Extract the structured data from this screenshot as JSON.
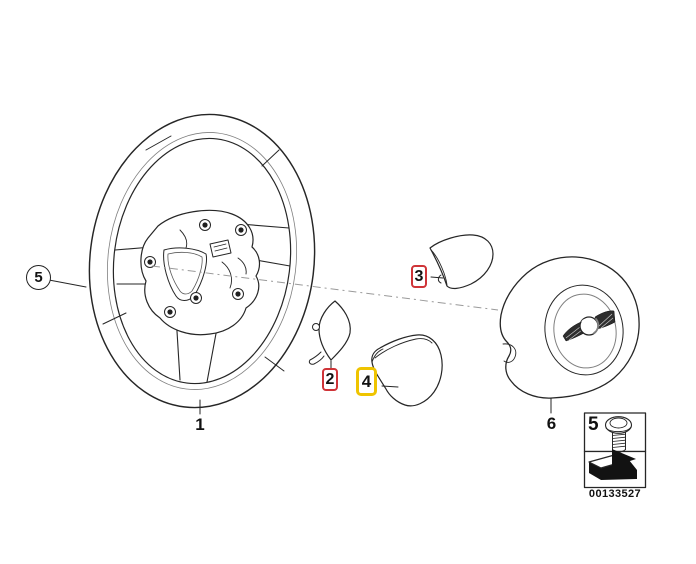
{
  "callouts": {
    "c1": "1",
    "c2": "2",
    "c3": "3",
    "c4": "4",
    "c5": "5",
    "c6": "6"
  },
  "legend": {
    "screw_label": "5",
    "part_number": "00133527"
  },
  "colors": {
    "highlight_red": "#cf3438",
    "highlight_yellow": "#efc400",
    "line": "#262626",
    "axis": "#9a9a9a",
    "background": "#ffffff"
  },
  "icons": {
    "screw": "screw-icon",
    "direction_arrow": "direction-arrow-icon",
    "mini_logo": "mini-wings-logo"
  }
}
